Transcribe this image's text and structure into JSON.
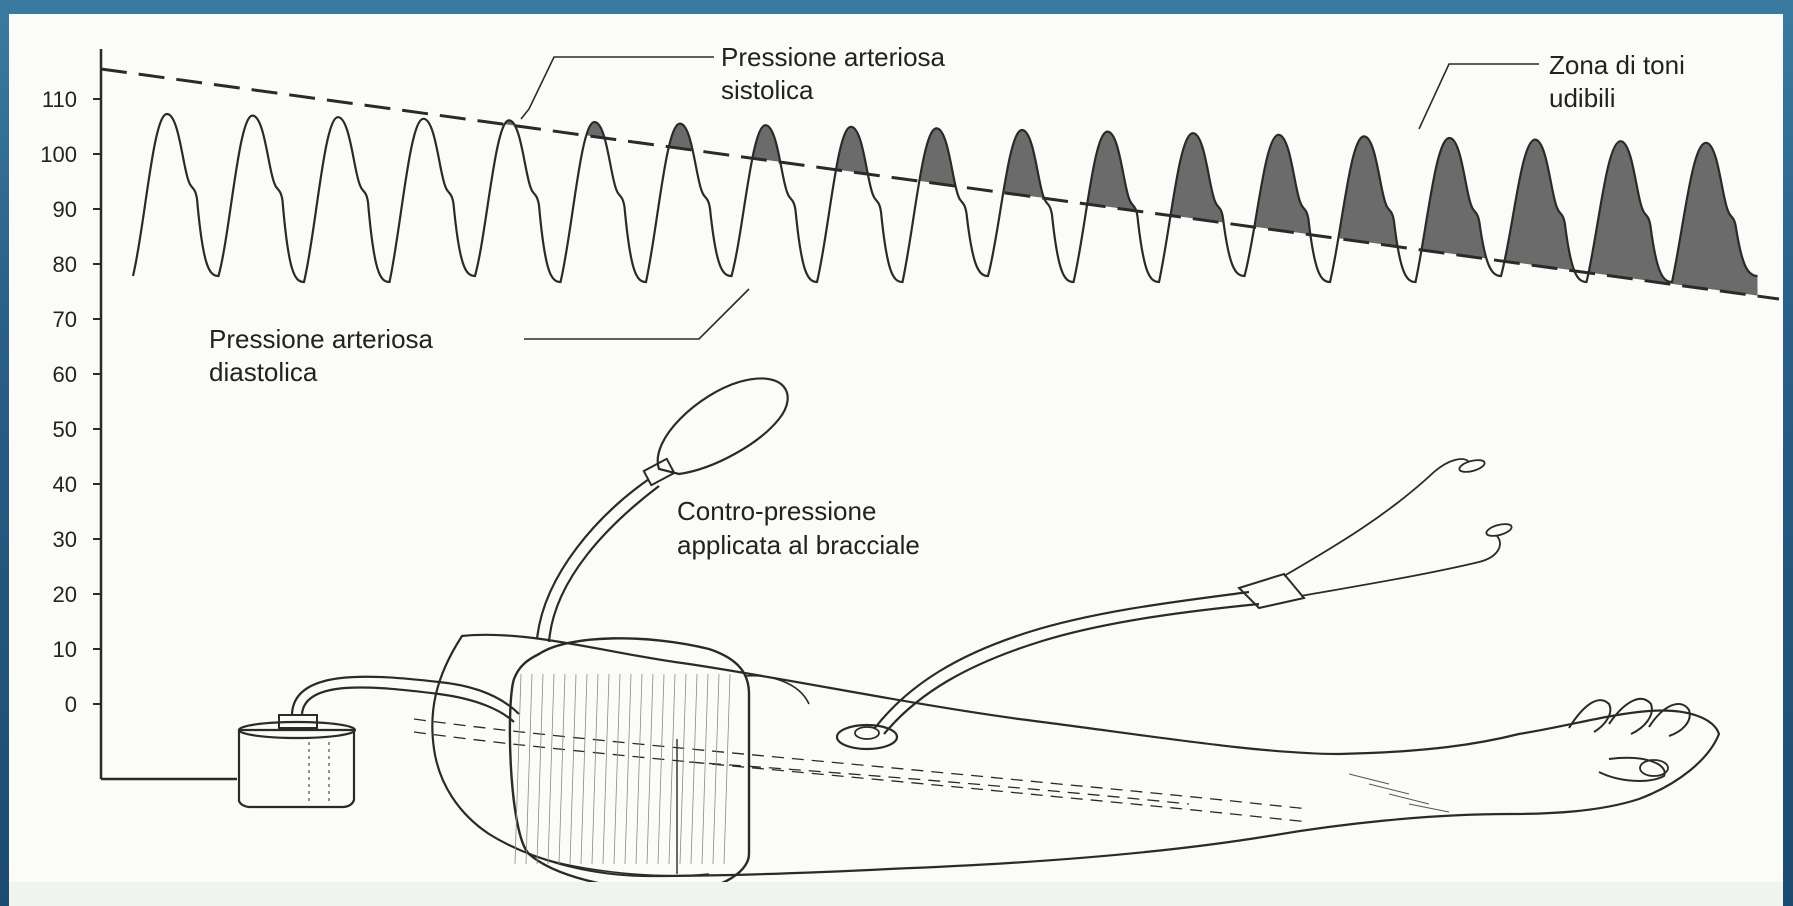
{
  "figure": {
    "y_axis_ticks": [
      "110",
      "100",
      "90",
      "80",
      "70",
      "60",
      "50",
      "40",
      "30",
      "20",
      "10",
      "0"
    ],
    "labels": {
      "systolic": [
        "Pressione arteriosa",
        "sistolica"
      ],
      "audible_zone": [
        "Zona di toni",
        "udibili"
      ],
      "diastolic": [
        "Pressione arteriosa",
        "diastolica"
      ],
      "cuff_pressure": [
        "Contro-pressione",
        "applicata al bracciale"
      ]
    },
    "colors": {
      "ink": "#2a2a2a",
      "shaded_peak": "#6b6b6b",
      "paper": "#fbfbf8",
      "frame": "#2a5f86"
    },
    "icons": [
      "manometer-icon",
      "inflation-bulb-icon",
      "cuff-icon",
      "stethoscope-icon",
      "arm-illustration"
    ]
  }
}
